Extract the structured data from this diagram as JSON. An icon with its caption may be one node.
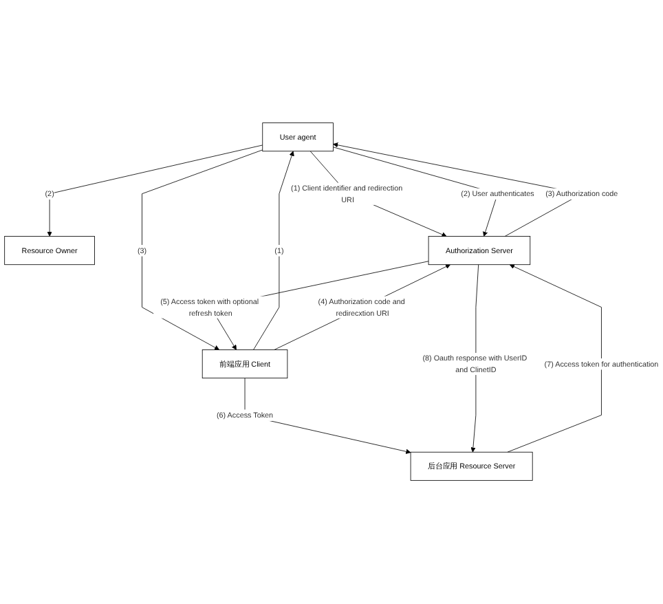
{
  "diagram": {
    "nodes": [
      {
        "text": [
          "Resource Owner"
        ]
      },
      {
        "text": [
          "User agent"
        ]
      },
      {
        "text": [
          "前端应用 Client"
        ]
      },
      {
        "text": [
          "后台应用 Resource Server"
        ]
      },
      {
        "text": [
          "Authorization Server"
        ]
      }
    ],
    "edges": [
      {
        "from": 1,
        "to": 0,
        "arrow": "to",
        "label": "(2)"
      },
      {
        "from": 1,
        "to": 4,
        "arrow": "to",
        "label": "(1) Client identifier and redirection URI"
      },
      {
        "from": 1,
        "to": 4,
        "arrow": "to",
        "label": "(2) User authenticates"
      },
      {
        "from": 4,
        "to": 1,
        "arrow": "to",
        "label": "(3) Authorization code"
      },
      {
        "from": 1,
        "to": 2,
        "arrow": "to",
        "label": "(3)"
      },
      {
        "from": 2,
        "to": 1,
        "arrow": "to",
        "label": "(1)"
      },
      {
        "from": 2,
        "to": 4,
        "arrow": "to",
        "label": "(4) Authorization code and redirecxtion URI"
      },
      {
        "from": 4,
        "to": 2,
        "arrow": "to",
        "label": "(5) Access token with optional refresh token"
      },
      {
        "from": 2,
        "to": 3,
        "arrow": "to",
        "label": "(6) Access Token"
      },
      {
        "from": 3,
        "to": 4,
        "arrow": "to",
        "label": "(7) Access token for authentication"
      },
      {
        "from": 4,
        "to": 3,
        "arrow": "to",
        "label": "(8) Oauth response with UserID and ClinetID"
      }
    ]
  }
}
